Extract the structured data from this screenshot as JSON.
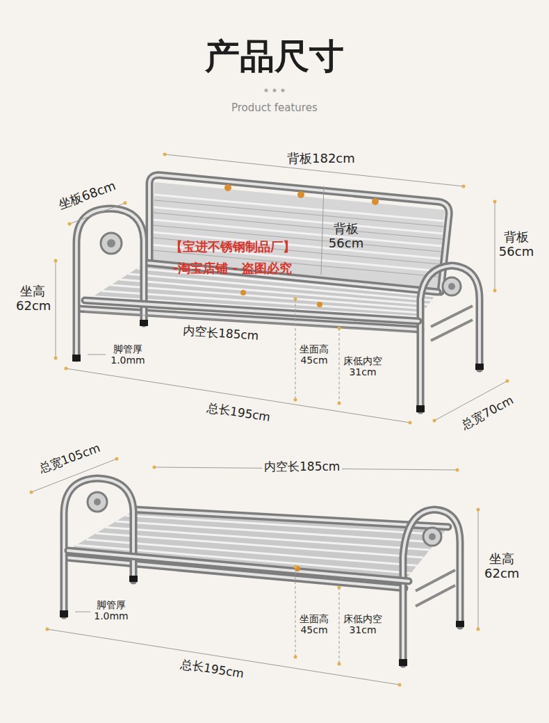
{
  "diagram": {
    "title": "产品尺寸",
    "labels": [
      "Product features",
      "背板182cm",
      "坐板68cm",
      "背板 56cm",
      "背板 56cm",
      "【宝进不锈钢制品厂】",
      "-淘宝店铺 - 盗图必究",
      "坐高 62cm",
      "内空长185cm",
      "脚管厚 1.0mm",
      "坐面高 45cm",
      "床低内空 31cm",
      "总长195cm",
      "总宽70cm",
      "总宽105cm",
      "内空长185cm",
      "坐高 62cm",
      "脚管厚 1.0mm",
      "坐面高 45cm",
      "床低内空 31cm",
      "总长195cm"
    ]
  }
}
